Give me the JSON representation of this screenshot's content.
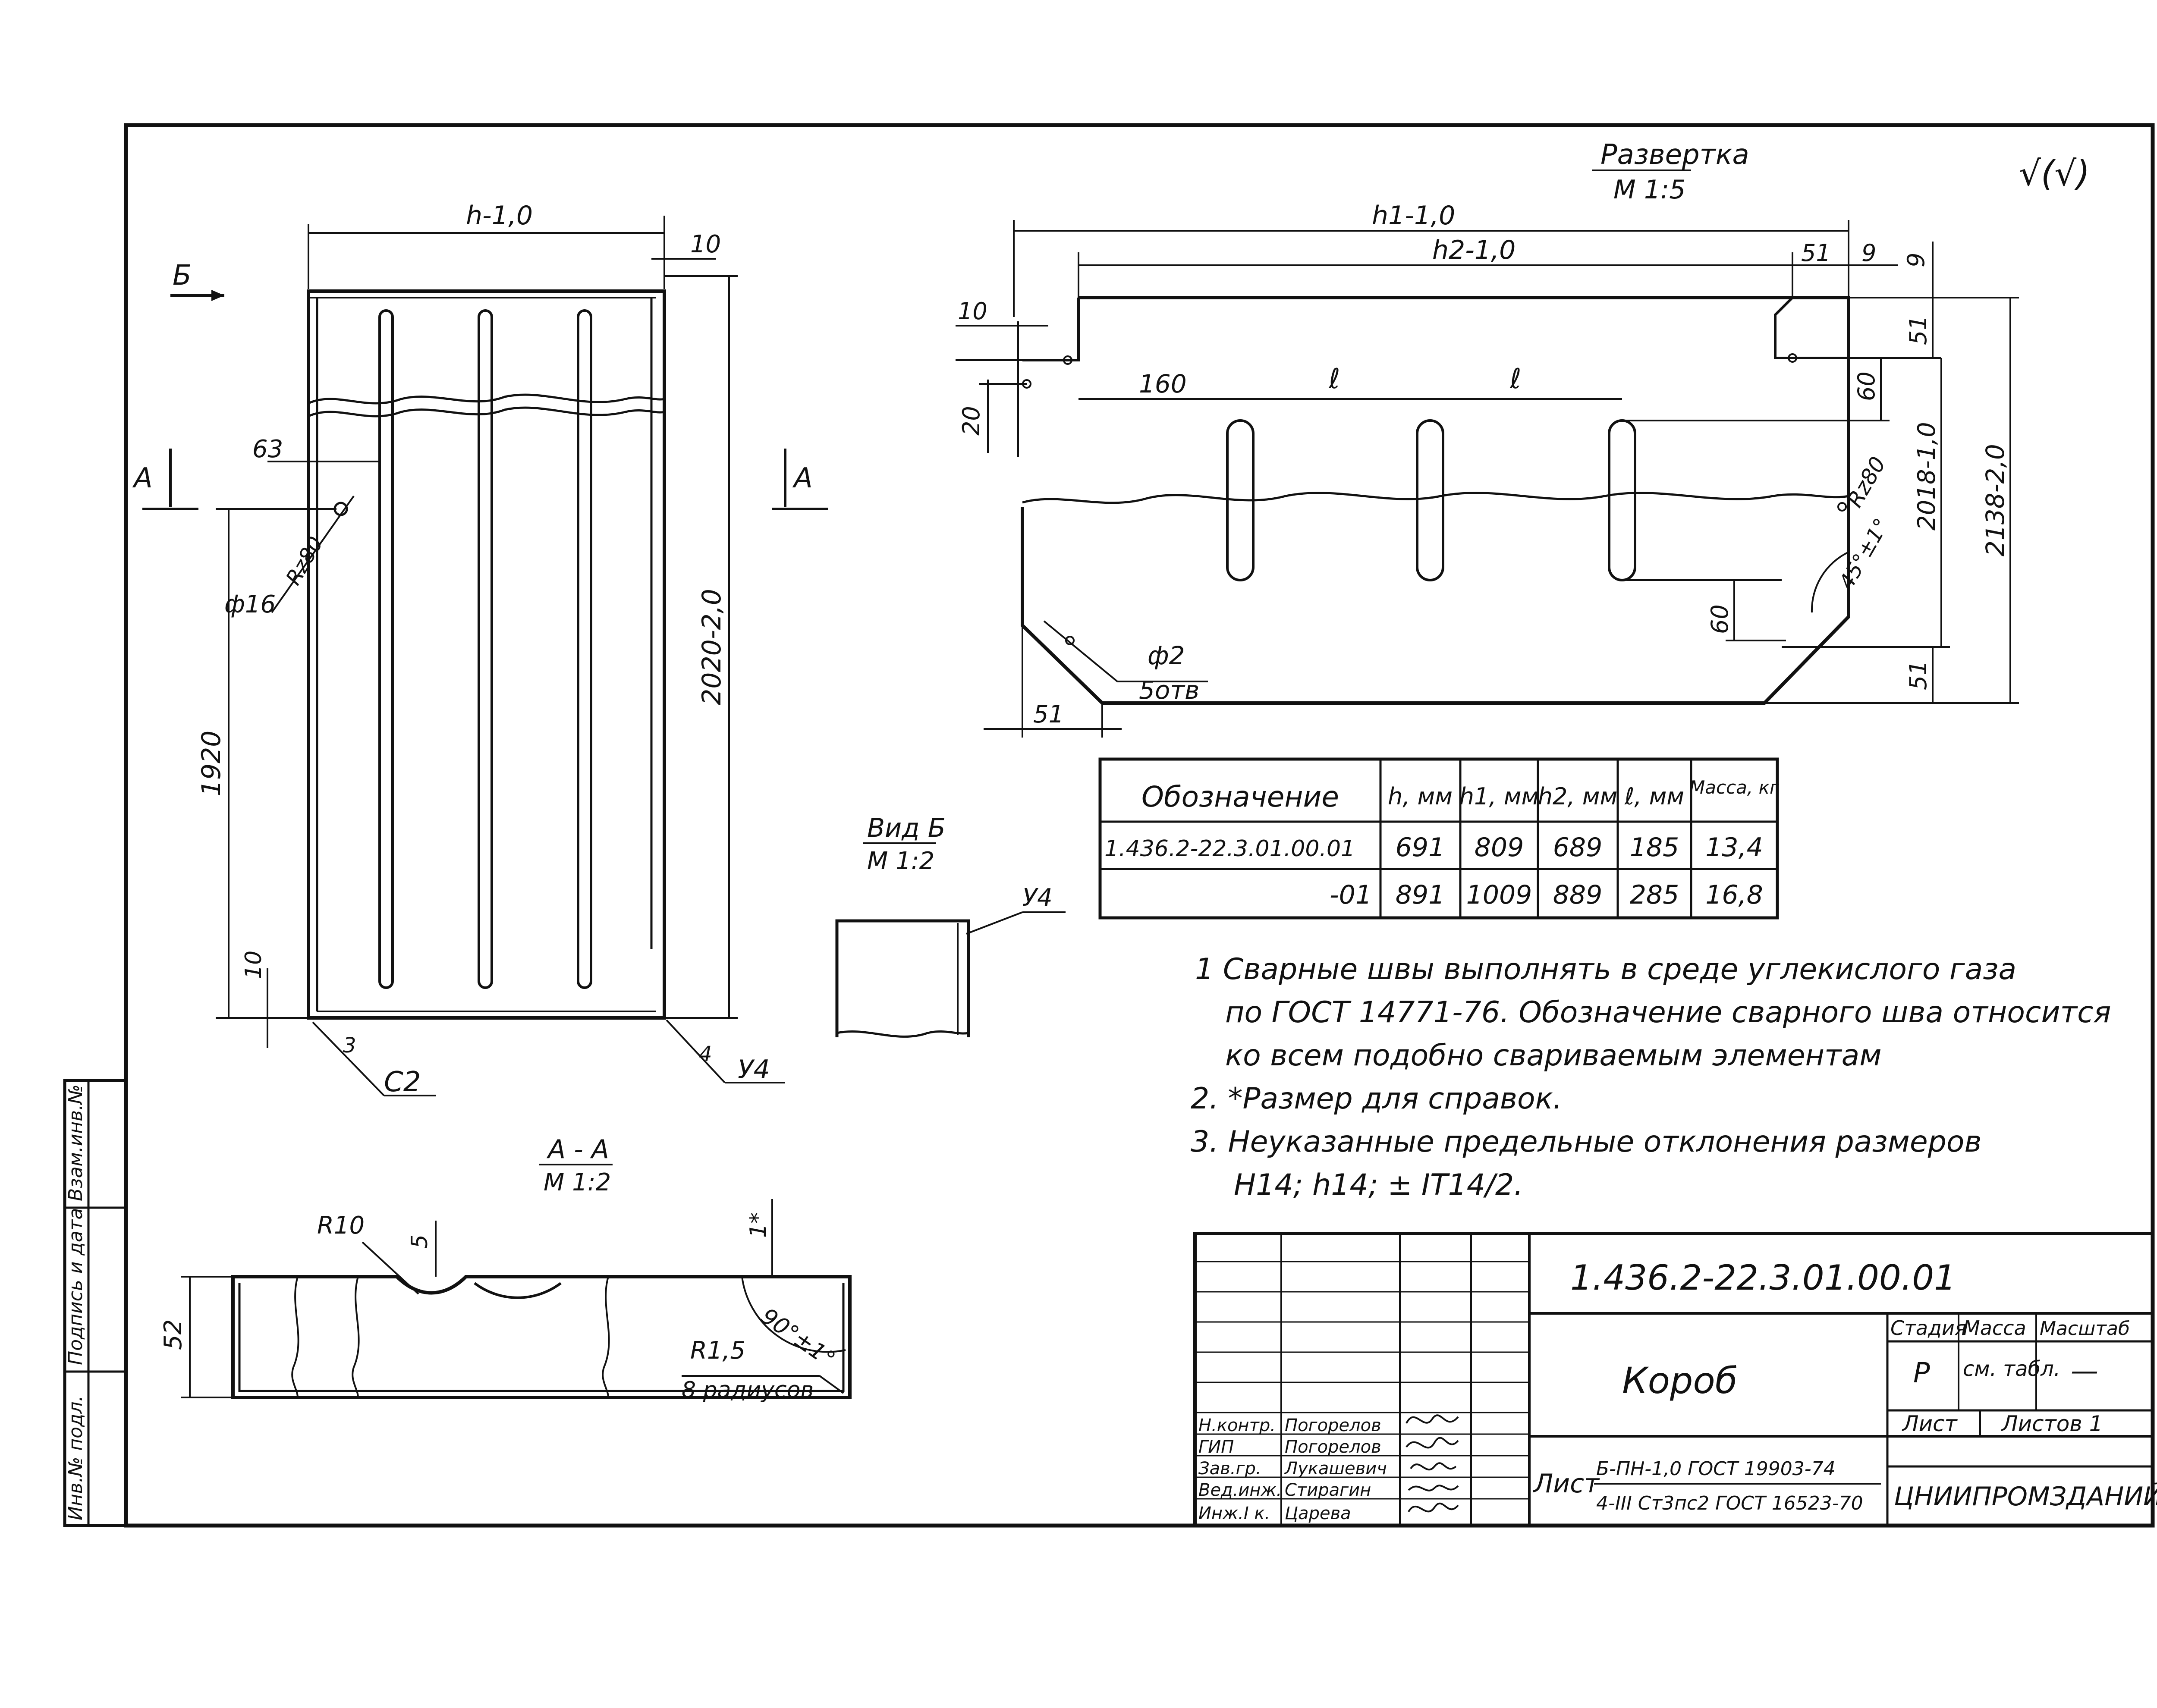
{
  "sheet": {
    "check_mark": "√(√)"
  },
  "view_front": {
    "dim_width": "h-1,0",
    "dim_10_top": "10",
    "dim_height": "2020-2,0",
    "dim_1920": "1920",
    "dim_63": "63",
    "dim_hole": "ф16",
    "dim_rz": "Rz80",
    "dim_10_bottom": "10",
    "weld_c2": "С2",
    "weld_u4": "У4",
    "weld_num_3": "3",
    "weld_num_4": "4",
    "arrow_b": "Б",
    "section_left": "А",
    "section_right": "А"
  },
  "view_b": {
    "title": "Вид Б",
    "scale": "М 1:2",
    "weld_u4": "У4"
  },
  "section_aa": {
    "title": "А - А",
    "scale": "М 1:2",
    "r10": "R10",
    "dim_5": "5",
    "dim_1": "1*",
    "dim_52": "52",
    "angle": "90°±1°",
    "r15": "R1,5",
    "r15_note": "8 радиусов"
  },
  "unfold": {
    "title": "Развертка",
    "scale": "М 1:5",
    "dim_h1": "h1-1,0",
    "dim_h2": "h2-1,0",
    "dim_51_top": "51",
    "dim_9_top": "9",
    "dim_9_side": "9",
    "dim_10": "10",
    "dim_160": "160",
    "dim_l1": "ℓ",
    "dim_l2": "ℓ",
    "dim_20": "20",
    "dim_51_right": "51",
    "dim_60_top": "60",
    "dim_rz": "Rz80",
    "dim_2018": "2018-1,0",
    "dim_2138": "2138-2,0",
    "dim_angle": "45°±1°",
    "dim_60_bottom": "60",
    "dim_51_bottom_right": "51",
    "hole_dia": "ф2",
    "hole_count": "5отв",
    "dim_51_bottom": "51"
  },
  "spec_table": {
    "headers": [
      "Обозначение",
      "h, мм",
      "h1, мм",
      "h2, мм",
      "ℓ, мм",
      "Масса, кг"
    ],
    "rows": [
      [
        "1.436.2-22.3.01.00.01",
        "691",
        "809",
        "689",
        "185",
        "13,4"
      ],
      [
        "-01",
        "891",
        "1009",
        "889",
        "285",
        "16,8"
      ]
    ]
  },
  "notes": [
    "1  Сварные швы выполнять в среде углекислого газа",
    "по ГОСТ 14771-76. Обозначение сварного шва относится",
    "ко всем подобно свариваемым элементам",
    "2. *Размер для справок.",
    "3.  Неуказанные предельные отклонения размеров",
    "Н14; h14; ± IT14/2."
  ],
  "title_block": {
    "designation": "1.436.2-22.3.01.00.01",
    "name": "Короб",
    "stage_header": "Стадия",
    "mass_header": "Масса",
    "scale_header": "Масштаб",
    "stage": "Р",
    "mass": "см. табл.",
    "scale": "—",
    "sheet_label": "Лист",
    "sheets_label": "Листов 1",
    "material_prefix": "Лист",
    "material_line1": "Б-ПН-1,0 ГОСТ 19903-74",
    "material_line2": "4-III Ст3пс2 ГОСТ 16523-70",
    "organization": "ЦНИИПРОМЗДАНИЙ",
    "signatures": [
      {
        "role": "Н.контр.",
        "name": "Погорелов"
      },
      {
        "role": "ГИП",
        "name": "Погорелов"
      },
      {
        "role": "Зав.гр.",
        "name": "Лукашевич"
      },
      {
        "role": "Вед.инж.",
        "name": "Стирагин"
      },
      {
        "role": "Инж.I к.",
        "name": "Царева"
      }
    ]
  },
  "side_stamp": [
    "Инв.№ подл.",
    "Подпись и дата",
    "Взам.инв.№"
  ]
}
